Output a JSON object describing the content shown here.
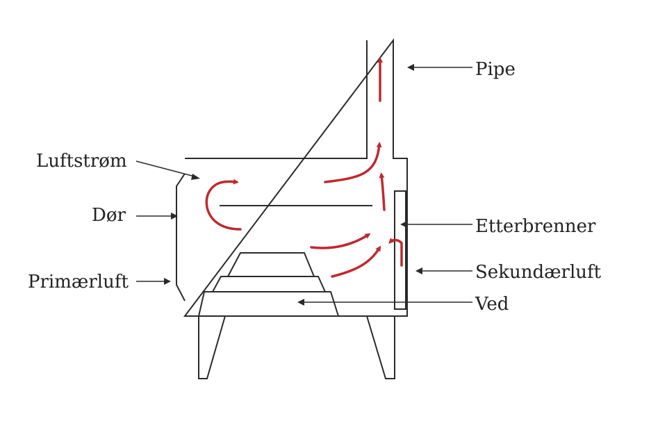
{
  "labels": {
    "luftstrom": "Luftstrøm",
    "dor": "Dør",
    "primaerluft": "Primærluft",
    "pipe": "Pipe",
    "etterbrenner": "Etterbrenner",
    "sekundaerluft": "Sekundærluft",
    "ved": "Ved"
  },
  "colors": {
    "flow_arrows": "#c0282d",
    "outline": "#2a2a2a",
    "background": "#ffffff"
  }
}
